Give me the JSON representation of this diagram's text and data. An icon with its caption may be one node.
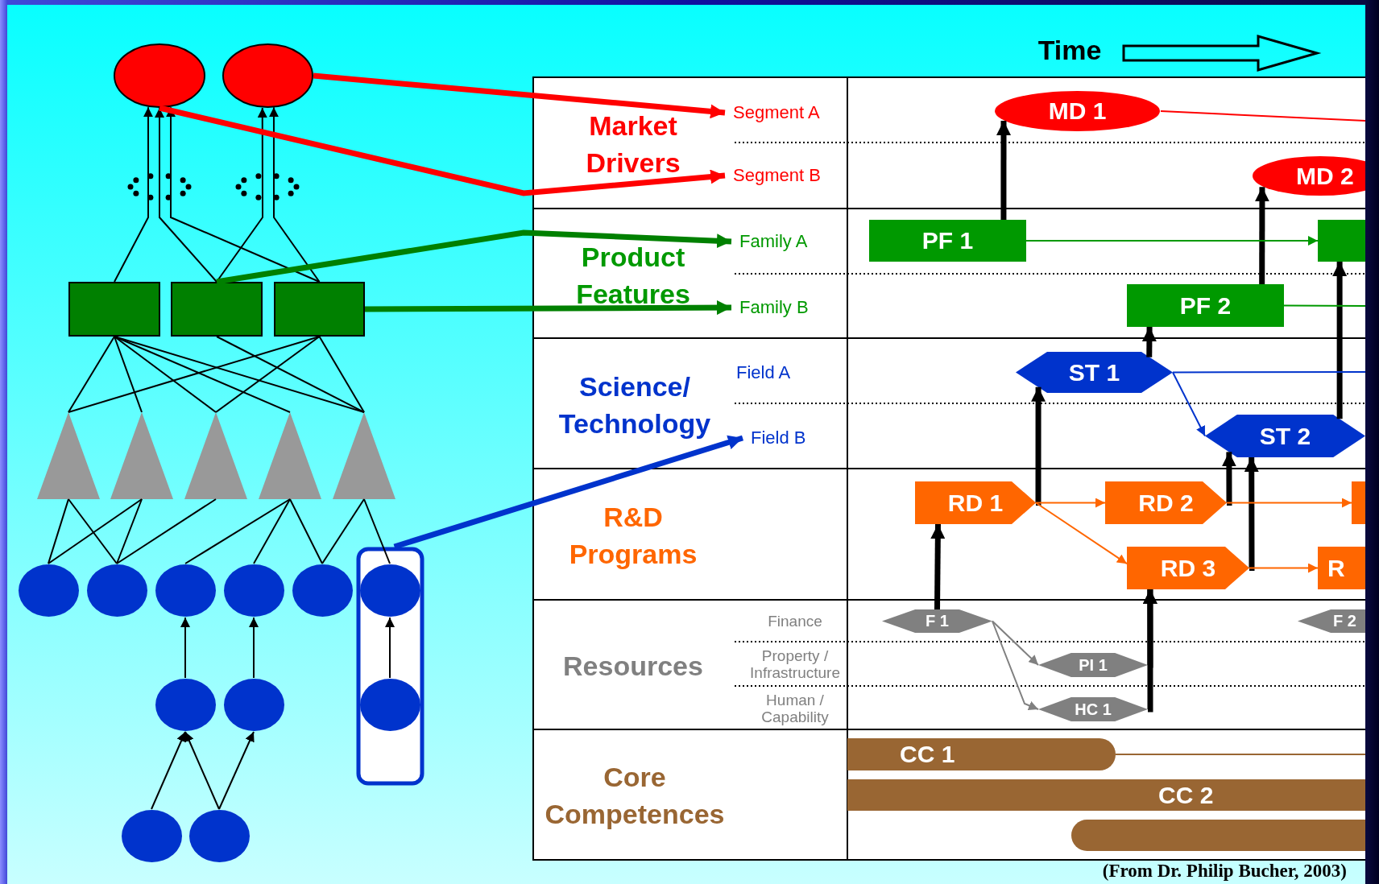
{
  "diagram": {
    "caption": "(From Dr. Philip Bucher, 2003)",
    "nodes": [
      {
        "text": [],
        "shape": "circle"
      },
      {
        "text": [],
        "shape": "circle"
      },
      {
        "text": [],
        "shape": "box"
      },
      {
        "text": [],
        "shape": "box"
      },
      {
        "text": [],
        "shape": "box"
      },
      {
        "text": [],
        "shape": "triangle"
      },
      {
        "text": [],
        "shape": "triangle"
      },
      {
        "text": [],
        "shape": "triangle"
      },
      {
        "text": [],
        "shape": "triangle"
      },
      {
        "text": [],
        "shape": "triangle"
      },
      {
        "text": [],
        "shape": "circle"
      },
      {
        "text": [],
        "shape": "circle"
      },
      {
        "text": [],
        "shape": "circle"
      },
      {
        "text": [],
        "shape": "circle"
      },
      {
        "text": [],
        "shape": "circle"
      },
      {
        "text": [],
        "shape": "box"
      },
      {
        "text": [],
        "shape": "circle",
        "in": 15
      },
      {
        "text": [],
        "shape": "circle"
      },
      {
        "text": [],
        "shape": "circle"
      },
      {
        "text": [],
        "shape": "circle",
        "in": 15
      },
      {
        "text": [],
        "shape": "circle"
      },
      {
        "text": [],
        "shape": "circle"
      },
      {
        "text": [
          "Segment A"
        ]
      },
      {
        "text": [
          "Segment B"
        ]
      },
      {
        "text": [
          "Family A"
        ]
      },
      {
        "text": [
          "Family B"
        ]
      },
      {
        "text": [
          "Field B"
        ]
      },
      {
        "text": [
          "MD 1"
        ]
      },
      {
        "text": [
          "MD 2"
        ]
      },
      {
        "text": [
          "PF 1"
        ]
      },
      {
        "text": [],
        "shape": "box"
      },
      {
        "text": [
          "PF 2"
        ]
      },
      {
        "text": [
          "ST 1"
        ]
      },
      {
        "text": [
          "ST 2"
        ]
      },
      {
        "text": [
          "RD 1"
        ]
      },
      {
        "text": [
          "RD 2"
        ]
      },
      {
        "text": [],
        "shape": "box"
      },
      {
        "text": [
          "RD 3"
        ]
      },
      {
        "text": [
          "R"
        ]
      },
      {
        "text": [
          "F 1"
        ]
      },
      {
        "text": [
          "F 2"
        ]
      },
      {
        "text": [
          "PI 1"
        ]
      },
      {
        "text": [
          "HC 1"
        ]
      },
      {
        "text": [
          "CC 1"
        ]
      },
      {
        "text": [
          "CC 2"
        ]
      },
      {
        "text": [],
        "shape": "bar"
      }
    ],
    "edges": [
      {
        "from": 2,
        "to": 0,
        "arrow": "to"
      },
      {
        "from": 3,
        "to": 0,
        "arrow": "to"
      },
      {
        "from": 4,
        "to": 0,
        "arrow": "to"
      },
      {
        "from": 3,
        "to": 1,
        "arrow": "to"
      },
      {
        "from": 4,
        "to": 1,
        "arrow": "to"
      },
      {
        "from": 5,
        "to": 2,
        "arrow": "none"
      },
      {
        "from": 6,
        "to": 2,
        "arrow": "none"
      },
      {
        "from": 7,
        "to": 2,
        "arrow": "none"
      },
      {
        "from": 8,
        "to": 2,
        "arrow": "none"
      },
      {
        "from": 9,
        "to": 2,
        "arrow": "none"
      },
      {
        "from": 9,
        "to": 3,
        "arrow": "none"
      },
      {
        "from": 5,
        "to": 4,
        "arrow": "none"
      },
      {
        "from": 7,
        "to": 4,
        "arrow": "none"
      },
      {
        "from": 9,
        "to": 4,
        "arrow": "none"
      },
      {
        "from": 10,
        "to": 5,
        "arrow": "none"
      },
      {
        "from": 11,
        "to": 5,
        "arrow": "none"
      },
      {
        "from": 10,
        "to": 6,
        "arrow": "none"
      },
      {
        "from": 11,
        "to": 6,
        "arrow": "none"
      },
      {
        "from": 11,
        "to": 7,
        "arrow": "none"
      },
      {
        "from": 12,
        "to": 8,
        "arrow": "none"
      },
      {
        "from": 13,
        "to": 8,
        "arrow": "none"
      },
      {
        "from": 14,
        "to": 8,
        "arrow": "none"
      },
      {
        "from": 14,
        "to": 9,
        "arrow": "none"
      },
      {
        "from": 16,
        "to": 9,
        "arrow": "none"
      },
      {
        "from": 17,
        "to": 12,
        "arrow": "to"
      },
      {
        "from": 18,
        "to": 13,
        "arrow": "to"
      },
      {
        "from": 19,
        "to": 16,
        "arrow": "to"
      },
      {
        "from": 20,
        "to": 17,
        "arrow": "to"
      },
      {
        "from": 21,
        "to": 17,
        "arrow": "to"
      },
      {
        "from": 21,
        "to": 18,
        "arrow": "to"
      },
      {
        "from": 1,
        "to": 22,
        "arrow": "to",
        "style": "thick",
        "color": "#ff0000"
      },
      {
        "from": 0,
        "to": 23,
        "arrow": "to",
        "style": "thick",
        "color": "#ff0000"
      },
      {
        "from": 3,
        "to": 24,
        "arrow": "to",
        "style": "thick",
        "color": "#008000"
      },
      {
        "from": 4,
        "to": 25,
        "arrow": "to",
        "style": "thick",
        "color": "#008000"
      },
      {
        "from": 15,
        "to": 26,
        "arrow": "to",
        "style": "thick",
        "color": "#0033cc"
      },
      {
        "from": 29,
        "to": 27,
        "arrow": "to",
        "style": "thick"
      },
      {
        "from": 31,
        "to": 28,
        "arrow": "to",
        "style": "thick"
      },
      {
        "from": 33,
        "to": 30,
        "arrow": "to",
        "style": "thick"
      },
      {
        "from": 32,
        "to": 31,
        "arrow": "to",
        "style": "thick"
      },
      {
        "from": 34,
        "to": 32,
        "arrow": "to",
        "style": "thick"
      },
      {
        "from": 35,
        "to": 33,
        "arrow": "to",
        "style": "thick"
      },
      {
        "from": 37,
        "to": 33,
        "arrow": "to",
        "style": "thick"
      },
      {
        "from": 39,
        "to": 34,
        "arrow": "to",
        "style": "thick"
      },
      {
        "from": 41,
        "to": 37,
        "arrow": "to",
        "style": "thick"
      },
      {
        "from": 42,
        "to": 37,
        "arrow": "to",
        "style": "thick"
      },
      {
        "from": 34,
        "to": 35,
        "arrow": "to",
        "color": "#ff6600"
      },
      {
        "from": 34,
        "to": 37,
        "arrow": "to",
        "color": "#ff6600"
      },
      {
        "from": 35,
        "to": 36,
        "arrow": "to",
        "color": "#ff6600"
      },
      {
        "from": 37,
        "to": 38,
        "arrow": "to",
        "color": "#ff6600"
      },
      {
        "from": 29,
        "to": 30,
        "arrow": "to",
        "color": "#009900"
      },
      {
        "from": 32,
        "to": 33,
        "arrow": "to",
        "color": "#0033cc"
      },
      {
        "from": 39,
        "to": 41,
        "arrow": "to",
        "color": "#808080"
      },
      {
        "from": 39,
        "to": 42,
        "arrow": "to",
        "color": "#808080"
      },
      {
        "from": 27,
        "to": null,
        "arrow": "none",
        "color": "#ff0000"
      },
      {
        "from": 31,
        "to": null,
        "arrow": "none",
        "color": "#009900"
      },
      {
        "from": 32,
        "to": null,
        "arrow": "none",
        "color": "#0033cc"
      },
      {
        "from": 43,
        "to": null,
        "arrow": "none",
        "color": "#996633"
      }
    ],
    "labels": [
      "Time",
      "Market Drivers",
      "Product Features",
      "Field A",
      "Science/ Technology",
      "R&D Programs",
      "Resources",
      "Finance",
      "Property / Infrastructure",
      "Human / Capability",
      "Core Competences"
    ]
  }
}
